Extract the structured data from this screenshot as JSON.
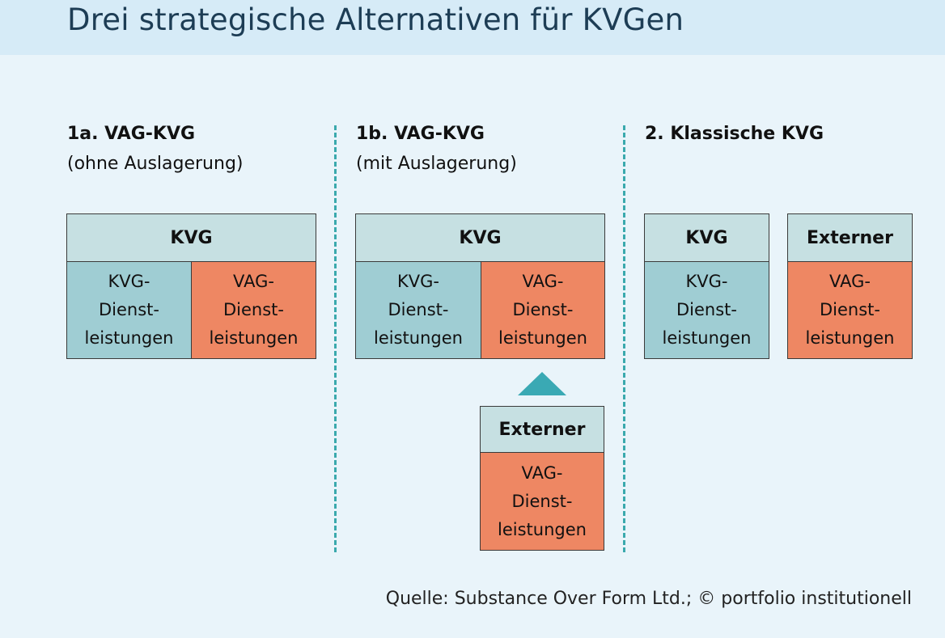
{
  "title": "Drei strategische Alternativen für KVGen",
  "columns": [
    {
      "title": "1a. VAG-KVG",
      "subtitle": "(ohne Auslagerung)",
      "header": "KVG",
      "left": [
        "KVG-",
        "Dienst-",
        "leistungen"
      ],
      "right": [
        "VAG-",
        "Dienst-",
        "leistungen"
      ]
    },
    {
      "title": "1b. VAG-KVG",
      "subtitle": "(mit Auslagerung)",
      "header": "KVG",
      "left": [
        "KVG-",
        "Dienst-",
        "leistungen"
      ],
      "right": [
        "VAG-",
        "Dienst-",
        "leistungen"
      ],
      "external_header": "Externer",
      "external_cell": [
        "VAG-",
        "Dienst-",
        "leistungen"
      ]
    },
    {
      "title": "2. Klassische KVG",
      "box1_header": "KVG",
      "box1_cell": [
        "KVG-",
        "Dienst-",
        "leistungen"
      ],
      "box2_header": "Externer",
      "box2_cell": [
        "VAG-",
        "Dienst-",
        "leistungen"
      ]
    }
  ],
  "source": "Quelle: Substance Over Form Ltd.; © portfolio institutionell",
  "colors": {
    "background": "#e9f4fa",
    "header_band": "#d6ebf7",
    "header_cell": "#c6e0e2",
    "kvg_cell": "#9fcdd3",
    "vag_cell": "#ee8763",
    "divider": "#3aa9ad",
    "arrow": "#3aa9b4"
  }
}
